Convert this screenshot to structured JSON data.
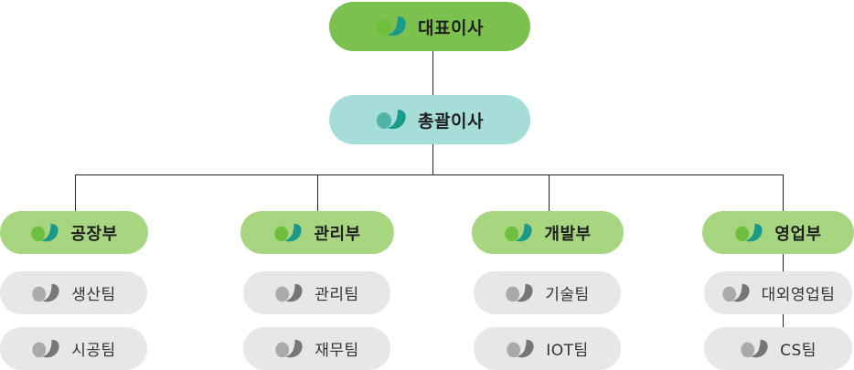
{
  "ceo": "대표이사",
  "general_director": "총괄이사",
  "departments": [
    {
      "name": "공장부",
      "teams": [
        "생산팀",
        "시공팀"
      ]
    },
    {
      "name": "관리부",
      "teams": [
        "관리팀",
        "재무팀"
      ]
    },
    {
      "name": "개발부",
      "teams": [
        "기술팀",
        "IOT팀"
      ]
    },
    {
      "name": "영업부",
      "teams": [
        "대외영업팀",
        "CS팀"
      ]
    }
  ],
  "icons": {
    "logo": "leaf-logo-icon"
  },
  "colors": {
    "ceo_fill": "#7cc150",
    "director_fill": "#a6ddd9",
    "department_fill": "#a8d680",
    "team_fill": "#e7e7e7",
    "logo_teal": "#1a9a8a",
    "logo_green": "#6fbf3f",
    "logo_gray": "#888888"
  }
}
